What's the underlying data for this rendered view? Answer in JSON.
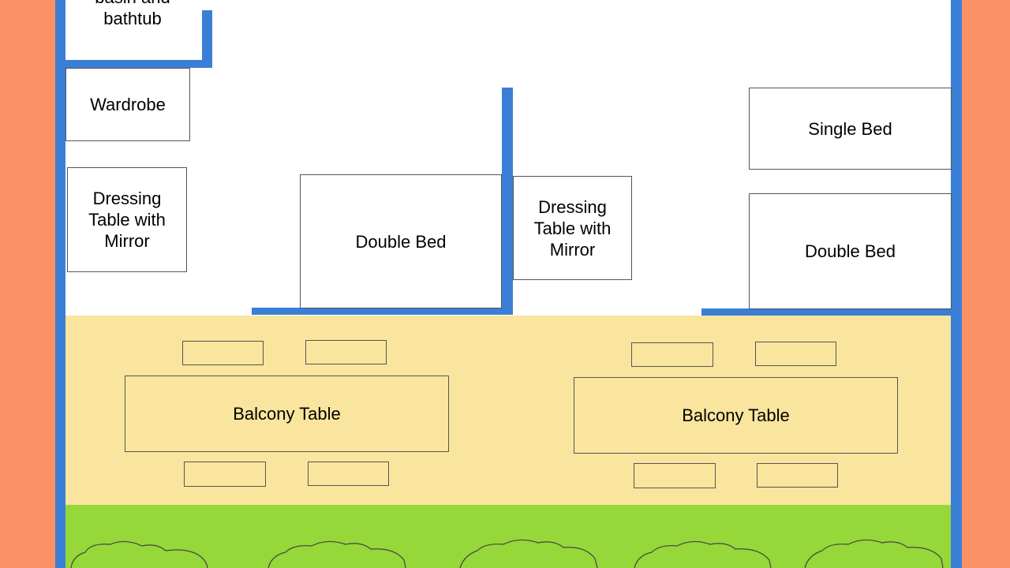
{
  "colors": {
    "outside": "#fb9164",
    "interior": "#ffffff",
    "wall": "#3a7fd5",
    "balcony": "#f9e59d",
    "garden": "#96d73a"
  },
  "rooms": {
    "bathroom": {
      "label": "basin and\nbathtub"
    },
    "wardrobe": {
      "label": "Wardrobe"
    },
    "dressing_table_left": {
      "label": "Dressing\nTable with\nMirror"
    },
    "double_bed_left": {
      "label": "Double Bed"
    },
    "dressing_table_right": {
      "label": "Dressing\nTable with\nMirror"
    },
    "single_bed": {
      "label": "Single Bed"
    },
    "double_bed_right": {
      "label": "Double Bed"
    }
  },
  "balcony": {
    "table_left": {
      "label": "Balcony Table"
    },
    "table_right": {
      "label": "Balcony Table"
    }
  },
  "garden": {
    "shrubs": [
      "shrub",
      "shrub",
      "shrub",
      "shrub",
      "shrub"
    ]
  }
}
